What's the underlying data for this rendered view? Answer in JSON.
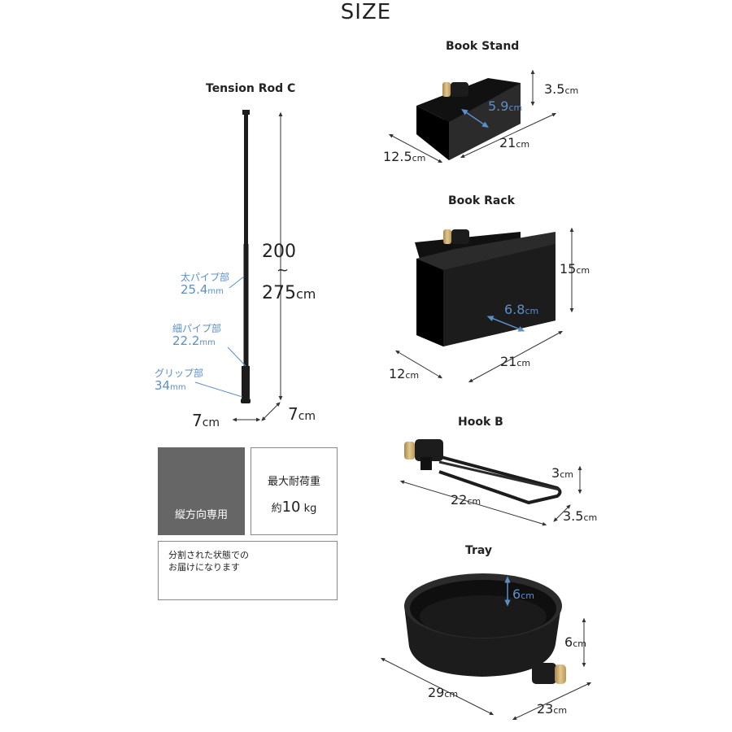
{
  "title": "SIZE",
  "tension_rod": {
    "name": "Tension Rod C",
    "height_min": "200",
    "tilde": "~",
    "height_max": "275",
    "height_unit": "cm",
    "thick_pipe_label": "太パイプ部",
    "thick_pipe_value": "25.4",
    "thick_pipe_unit": "mm",
    "thin_pipe_label": "細パイプ部",
    "thin_pipe_value": "22.2",
    "thin_pipe_unit": "mm",
    "grip_label": "グリップ部",
    "grip_value": "34",
    "grip_unit": "mm",
    "base_w": "7",
    "base_w_unit": "cm",
    "base_d": "7",
    "base_d_unit": "cm"
  },
  "vertical_box": {
    "label": "縦方向専用"
  },
  "load_box": {
    "label": "最大耐荷重",
    "prefix": "約",
    "value": "10",
    "unit": "kg"
  },
  "split_box": {
    "line1": "分割された状態での",
    "line2": "お届けになります"
  },
  "book_stand": {
    "name": "Book Stand",
    "height": "3.5",
    "inner": "5.9",
    "width": "21",
    "depth": "12.5",
    "unit": "cm"
  },
  "book_rack": {
    "name": "Book Rack",
    "height": "15",
    "inner": "6.8",
    "width": "21",
    "depth": "12",
    "unit": "cm"
  },
  "hook_b": {
    "name": "Hook B",
    "height": "3",
    "length": "22",
    "depth": "3.5",
    "unit": "cm"
  },
  "tray": {
    "name": "Tray",
    "inner": "6",
    "height": "6",
    "diameter": "29",
    "depth": "23",
    "unit": "cm"
  },
  "colors": {
    "black": "#1c1c1c",
    "brass": "#c8a86a",
    "blue": "#5b8fc7",
    "gray_box": "#666666"
  }
}
